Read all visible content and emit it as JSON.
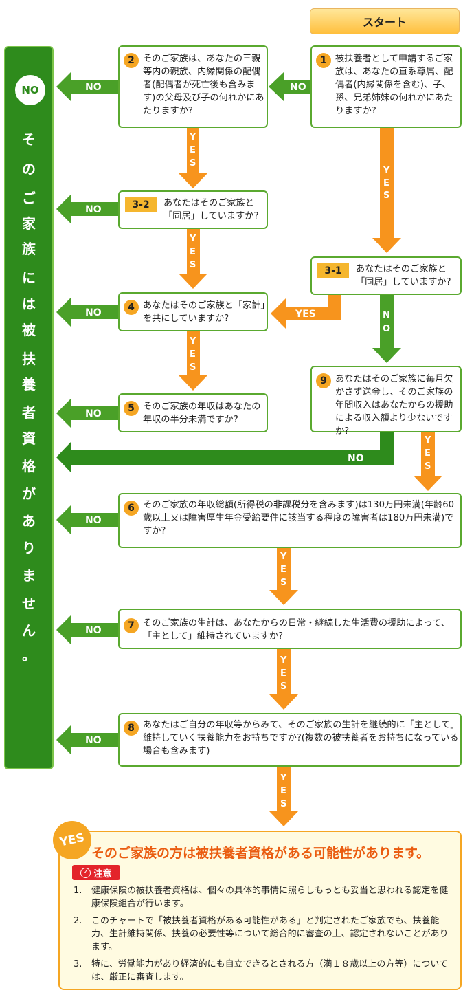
{
  "start_label": "スタート",
  "left_column": {
    "no_label": "NO",
    "chars": [
      "そ",
      "の",
      "ご",
      "家",
      "族",
      "に",
      "は",
      "被",
      "扶",
      "養",
      "者",
      "資",
      "格",
      "が",
      "あ",
      "り",
      "ま",
      "せ",
      "ん",
      "。"
    ]
  },
  "questions": {
    "q1": {
      "num": "1",
      "text": "被扶養者として申請するご家族は、あなたの直系尊属、配偶者(内縁関係を含む)、子、孫、兄弟姉妹の何れかにあたりますか?"
    },
    "q2": {
      "num": "2",
      "text": "そのご家族は、あなたの三親等内の親族、内縁関係の配偶者(配偶者が死亡後も含みます)の父母及び子の何れかにあたりますか?"
    },
    "q3_1": {
      "num": "3-1",
      "text": "あなたはそのご家族と「同居」していますか?"
    },
    "q3_2": {
      "num": "3-2",
      "text": "あなたはそのご家族と「同居」していますか?"
    },
    "q4": {
      "num": "4",
      "text": "あなたはそのご家族と「家計」を共にしていますか?"
    },
    "q5": {
      "num": "5",
      "text": "そのご家族の年収はあなたの年収の半分未満ですか?"
    },
    "q6": {
      "num": "6",
      "text": "そのご家族の年収総額(所得税の非課税分を含みます)は130万円未満(年齢60歳以上又は障害厚生年金受給要件に該当する程度の障害者は180万円未満)ですか?"
    },
    "q7": {
      "num": "7",
      "text": "そのご家族の生計は、あなたからの日常・継続した生活費の援助によって、「主として」維持されていますか?"
    },
    "q8": {
      "num": "8",
      "text": "あなたはご自分の年収等からみて、そのご家族の生計を継続的に「主として」維持していく扶養能力をお持ちですか?(複数の被扶養者をお持ちになっている場合も含みます)"
    },
    "q9": {
      "num": "9",
      "text": "あなたはそのご家族に毎月欠かさず送金し、そのご家族の年間収入はあなたからの援助による収入額より少ないですか?"
    }
  },
  "arrow_labels": {
    "yes": "YES",
    "no": "NO",
    "yes_v": [
      "Y",
      "E",
      "S"
    ],
    "no_v": [
      "N",
      "O"
    ]
  },
  "result": {
    "badge": "YES",
    "title": "そのご家族の方は被扶養者資格がある可能性があります。",
    "caution_label": "注意",
    "notes": [
      {
        "num": "1.",
        "text": "健康保険の被扶養者資格は、個々の具体的事情に照らしもっとも妥当と思われる認定を健康保険組合が行います。"
      },
      {
        "num": "2.",
        "text": "このチャートで「被扶養者資格がある可能性がある」と判定されたご家族でも、扶養能力、生計維持関係、扶養の必要性等について総合的に審査の上、認定されないことがあります。"
      },
      {
        "num": "3.",
        "text": "特に、労働能力があり経済的にも自立できるとされる方（満１８歳以上の方等）については、厳正に審査します。"
      }
    ]
  },
  "colors": {
    "green": "#4aa028",
    "dark_green": "#2e8b1c",
    "orange": "#f7941d",
    "result_title": "#ea5c10"
  }
}
